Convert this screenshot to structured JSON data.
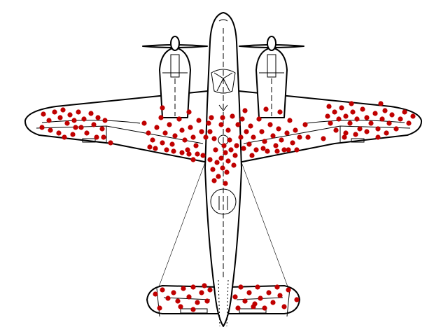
{
  "figure": {
    "subject": "aircraft-top-view",
    "colors": {
      "background": "#ffffff",
      "outline": "#000000",
      "damage_dot": "#c00000"
    },
    "damage_regions": [
      "left-wing-tip",
      "left-wing-inner",
      "fuselage-center",
      "right-wing-inner",
      "right-wing-tip",
      "left-tailplane",
      "right-tailplane"
    ]
  }
}
